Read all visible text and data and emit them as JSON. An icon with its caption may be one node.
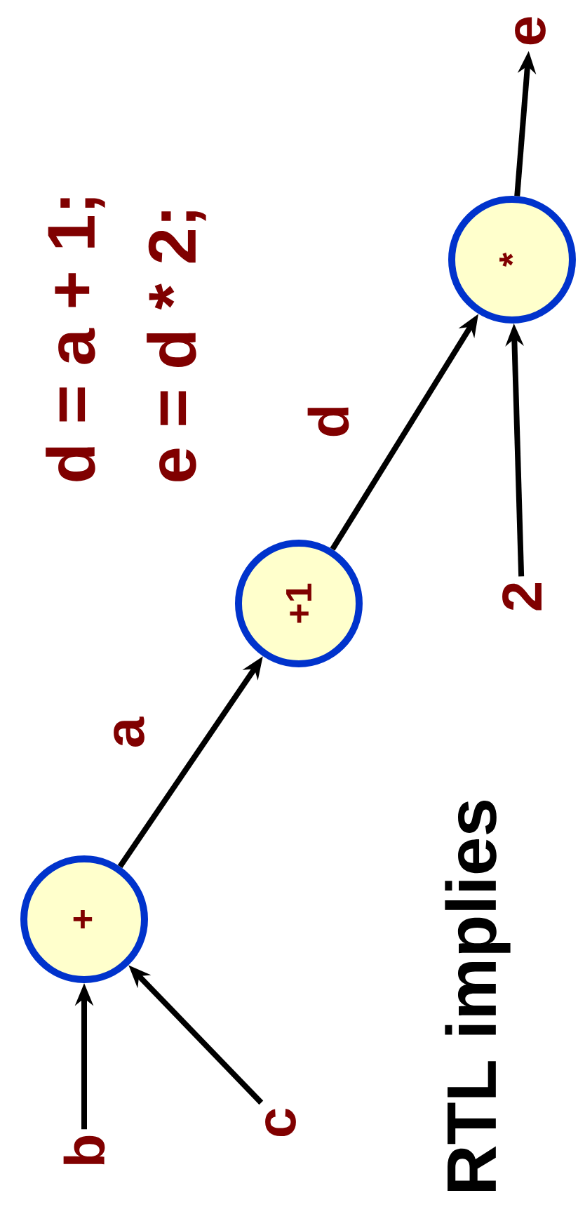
{
  "diagram": {
    "nodes": [
      {
        "text": [
          "+"
        ]
      },
      {
        "text": [
          "+1"
        ]
      },
      {
        "text": [
          "*"
        ]
      },
      {
        "text": [
          "b"
        ]
      },
      {
        "text": [
          "c"
        ]
      },
      {
        "text": [
          "2"
        ]
      },
      {
        "text": [
          "e"
        ]
      }
    ],
    "edges": [
      {
        "from": 3,
        "to": 0,
        "arrow": "to"
      },
      {
        "from": 4,
        "to": 0,
        "arrow": "to"
      },
      {
        "from": 0,
        "to": 1,
        "arrow": "to",
        "label": "a"
      },
      {
        "from": 1,
        "to": 2,
        "arrow": "to",
        "label": "d"
      },
      {
        "from": 5,
        "to": 2,
        "arrow": "to"
      },
      {
        "from": 2,
        "to": 6,
        "arrow": "to"
      }
    ],
    "labels": [
      "d = a + 1;",
      "e = d * 2;",
      "RTL implies"
    ]
  }
}
